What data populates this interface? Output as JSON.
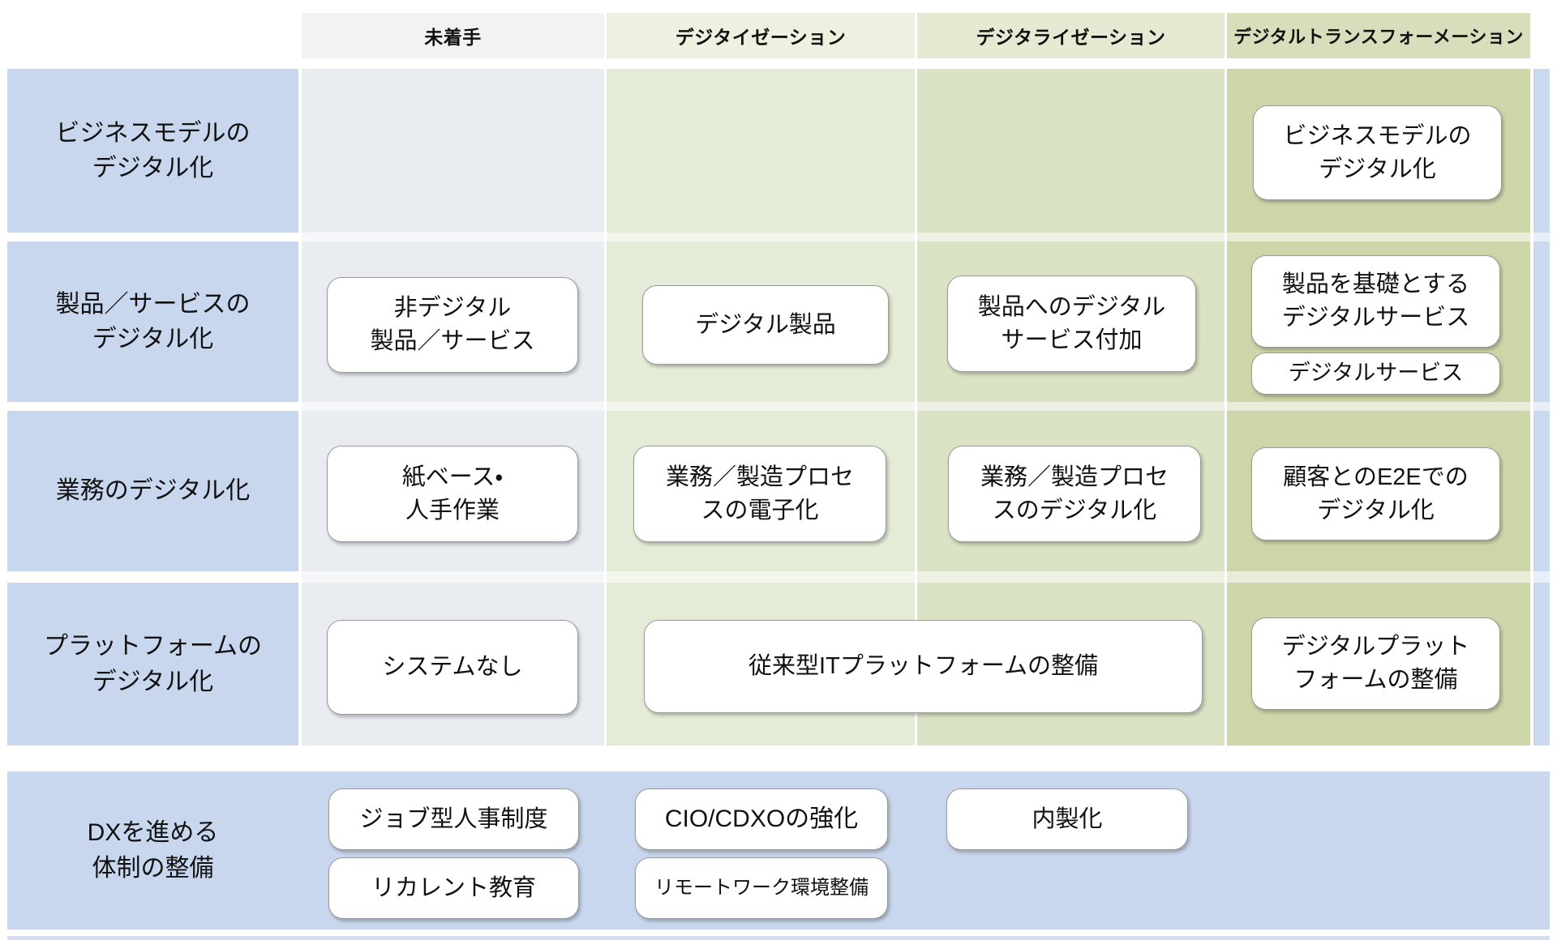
{
  "header": {
    "columns": [
      {
        "label": "未着手"
      },
      {
        "label": "デジタイゼーション"
      },
      {
        "label": "デジタライゼーション"
      },
      {
        "label": "デジタルトランスフォーメーション"
      }
    ]
  },
  "row_labels": [
    "ビジネスモデルの\nデジタル化",
    "製品／サービスの\nデジタル化",
    "業務のデジタル化",
    "プラットフォームの\nデジタル化"
  ],
  "bottom_label": "DXを進める\n体制の整備",
  "cells": {
    "r1c4": "ビジネスモデルの\nデジタル化",
    "r2c1": "非デジタル\n製品／サービス",
    "r2c2": "デジタル製品",
    "r2c3": "製品へのデジタル\nサービス付加",
    "r2c4a": "製品を基礎とする\nデジタルサービス",
    "r2c4b": "デジタルサービス",
    "r3c1": "紙ベース・\n人手作業",
    "r3c2": "業務／製造プロセ\nスの電子化",
    "r3c3": "業務／製造プロセ\nスのデジタル化",
    "r3c4": "顧客とのE2Eでの\nデジタル化",
    "r4c1": "システムなし",
    "r4c23": "従来型ITプラットフォームの整備",
    "r4c4": "デジタルプラット\nフォームの整備"
  },
  "bottom_cells": {
    "c1a": "ジョブ型人事制度",
    "c1b": "リカレント教育",
    "c2a": "CIO/CDXOの強化",
    "c2b": "リモートワーク環境整備",
    "c3": "内製化"
  },
  "colors": {
    "row_label_bg": "#c8d7ed",
    "bottom_panel_bg": "#c8d7ed",
    "bottom_bar_bg": "#cddbf0",
    "right_strip_bg": "#cbd9ee",
    "col1_header_bg": "#f2f2f2",
    "col1_band_bg": "#e9edf2",
    "col2_header_bg": "#edf1df",
    "col2_band_bg": "#e4ecd7",
    "col3_header_bg": "#e5ebd3",
    "col3_band_bg": "#dae3c3",
    "col4_header_bg": "#d6debc",
    "col4_band_bg": "#ccd6a9",
    "box_bg": "#ffffff",
    "box_border": "#999999",
    "text": "#111111"
  }
}
